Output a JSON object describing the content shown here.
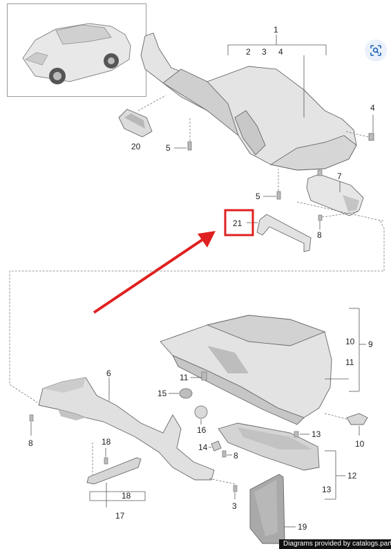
{
  "callouts": {
    "c1": "1",
    "c2": "2",
    "c3": "3",
    "c4": "4",
    "c4b": "4",
    "c5a": "5",
    "c5b": "5",
    "c6": "6",
    "c7": "7",
    "c8a": "8",
    "c8b": "8",
    "c8c": "8",
    "c9": "9",
    "c10a": "10",
    "c10b": "10",
    "c11a": "11",
    "c11b": "11",
    "c12": "12",
    "c13a": "13",
    "c13b": "13",
    "c14": "14",
    "c15": "15",
    "c16": "16",
    "c17": "17",
    "c18a": "18",
    "c18b": "18",
    "c19": "19",
    "c20": "20",
    "c21": "21",
    "c3b": "3"
  },
  "highlight": {
    "label": "21",
    "color": "#e02020"
  },
  "arrow_color": "#e02020",
  "footer": {
    "credit": "Diagrams provided by catalogs.parts"
  },
  "icons": {
    "scan": "visual-search-icon"
  }
}
